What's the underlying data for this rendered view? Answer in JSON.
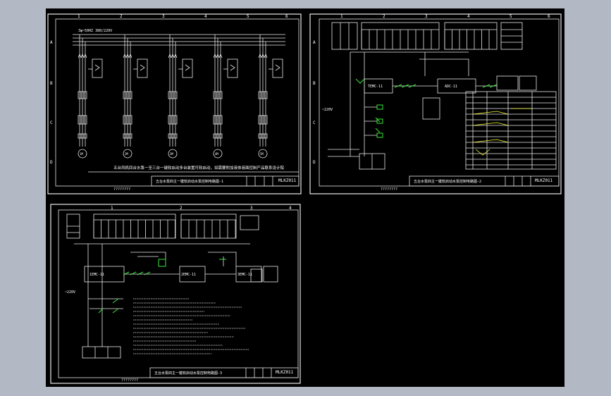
{
  "sheets": [
    {
      "id": "sheet1",
      "row_labels": [
        "A",
        "B",
        "C",
        "D"
      ],
      "col_labels": [
        "1",
        "2",
        "3",
        "4",
        "5",
        "6"
      ],
      "supply_label": "3φ~50HZ  380/220V",
      "motors": [
        "1M",
        "2M",
        "3M",
        "4M",
        "5M"
      ],
      "note": "五台风机四台水泵一至三台一键软启动多台装置可软启动，如需要附加液体液面控制产品联系设计院",
      "title": "五台水泵四主一键软启动水泵控制电路图-1",
      "drawing_no": "MLKZ011",
      "doc_no": "????????"
    },
    {
      "id": "sheet2",
      "row_labels": [
        "A",
        "B",
        "C",
        "D"
      ],
      "col_labels": [
        "1",
        "2",
        "3",
        "4",
        "5",
        "6"
      ],
      "supply_label": "~220V",
      "blocks": [
        "TEMC-11",
        "ADC-11"
      ],
      "title": "五台水泵四主一键软启动水泵控制电路图-2",
      "drawing_no": "MLKZ011",
      "doc_no": "????????"
    },
    {
      "id": "sheet3",
      "row_labels": [],
      "col_labels": [
        "1",
        "2",
        "3",
        "4"
      ],
      "supply_label": "~220V",
      "blocks": [
        "1EMC-11",
        "2EMC-11",
        "3EMC-11"
      ],
      "title": "五台水泵四主一键软启动水泵控制电路图-3",
      "drawing_no": "MLKZ011",
      "doc_no": "????????"
    }
  ],
  "colors": {
    "background": "#000000",
    "frame": "#ffffff",
    "green": "#39e639",
    "yellow": "#ffff33",
    "red": "#ff3030",
    "cyan": "#33ffff",
    "outer": "#b2b9c4"
  }
}
